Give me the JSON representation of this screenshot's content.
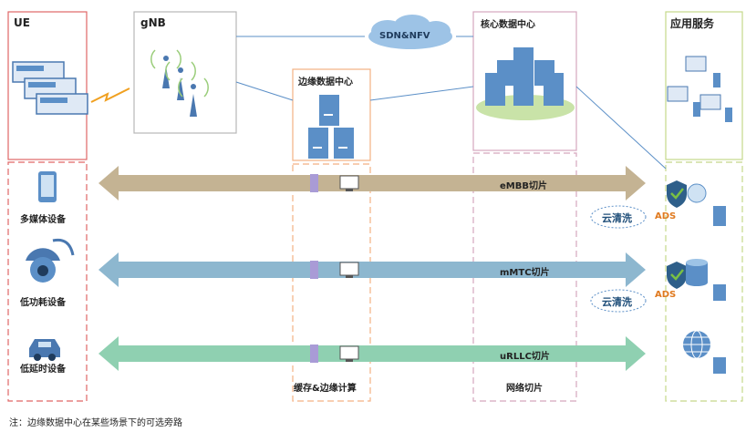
{
  "columns": {
    "ue": "UE",
    "gnb": "gNB",
    "edge_dc": "边缘数据中心",
    "core_dc": "核心数据中心",
    "app_service": "应用服务"
  },
  "sdn_label": "SDN&NFV",
  "devices": {
    "multimedia": "多媒体设备",
    "low_power": "低功耗设备",
    "low_latency": "低延时设备"
  },
  "slices": [
    {
      "label": "eMBB切片",
      "color": "#c4b393"
    },
    {
      "label": "mMTC切片",
      "color": "#8db7cf"
    },
    {
      "label": "uRLLC切片",
      "color": "#8fd0b1"
    }
  ],
  "cloud_clean": [
    "云清洗",
    "云清洗"
  ],
  "ads": [
    "ADS",
    "ADS"
  ],
  "bottom_labels": {
    "edge": "缓存&边缘计算",
    "core": "网络切片"
  },
  "footnote": "注：边缘数据中心在某些场景下的可选旁路",
  "colors": {
    "ue_border": "#e06666",
    "gnb_border": "#b7b7b7",
    "edge_border": "#f4b183",
    "core_border": "#d5a6bd",
    "app_border": "#c5d88a",
    "server_blue": "#5b8fc7",
    "sdn_cloud": "#9dc3e6",
    "lightning": "#f0a020"
  },
  "icons": [
    "tablet-icon",
    "camera-icon",
    "car-icon",
    "shield-check-icon",
    "database-icon",
    "globe-icon",
    "server-icon",
    "pc-icon",
    "antenna-icon",
    "lightning-icon",
    "cloud-icon"
  ]
}
